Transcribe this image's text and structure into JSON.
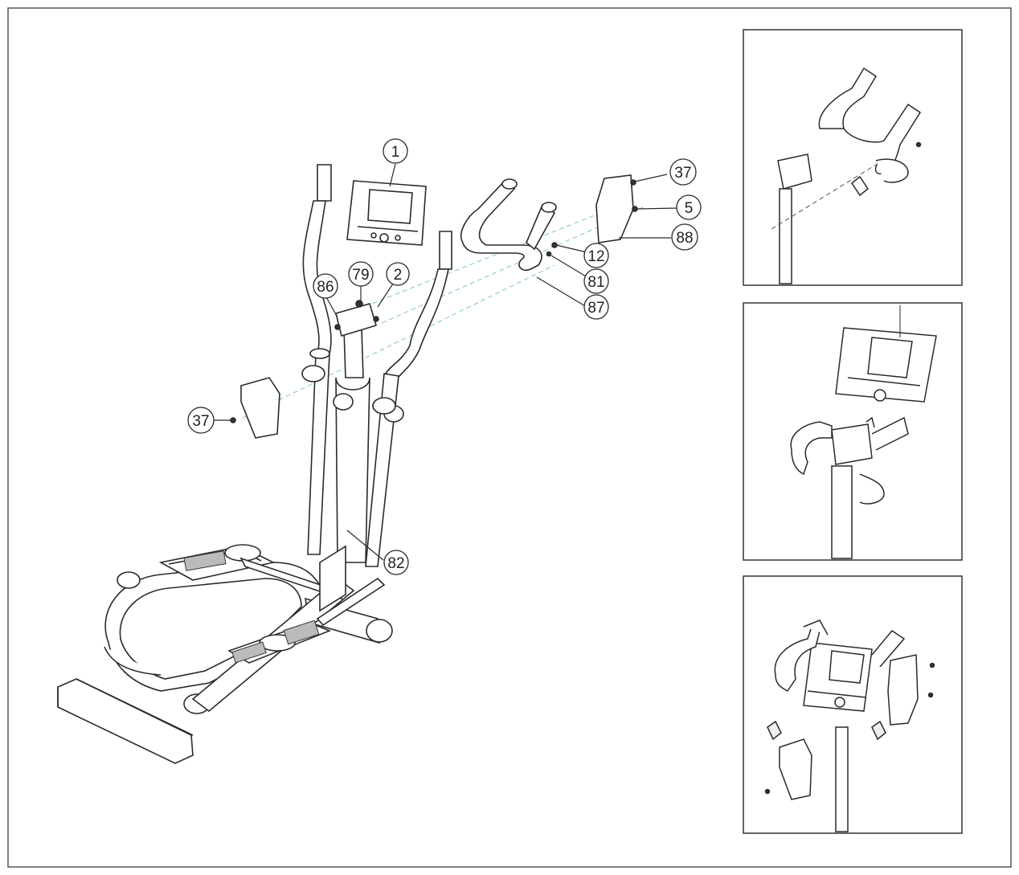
{
  "diagram": {
    "callouts": [
      {
        "id": "1",
        "label": "1"
      },
      {
        "id": "2",
        "label": "2"
      },
      {
        "id": "79",
        "label": "79"
      },
      {
        "id": "86",
        "label": "86"
      },
      {
        "id": "37a",
        "label": "37"
      },
      {
        "id": "37b",
        "label": "37"
      },
      {
        "id": "5",
        "label": "5"
      },
      {
        "id": "88",
        "label": "88"
      },
      {
        "id": "12",
        "label": "12"
      },
      {
        "id": "81",
        "label": "81"
      },
      {
        "id": "87",
        "label": "87"
      },
      {
        "id": "82",
        "label": "82"
      }
    ]
  },
  "colors": {
    "line": "#2a2a2a",
    "guide": "#7fc8b8",
    "frame": "#555555"
  }
}
